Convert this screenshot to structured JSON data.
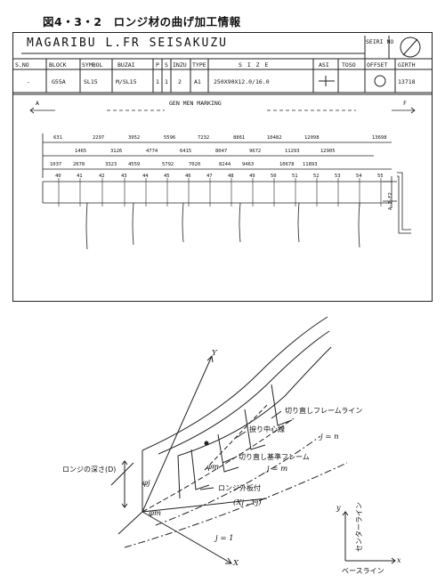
{
  "figure": {
    "title": "図4・3・2　ロンジ材の曲げ加工情報"
  },
  "sheet": {
    "title": "MAGARIBU L.FR SEISAKUZU",
    "seiri_label": "SEIRI NO",
    "headers": [
      "S.NO",
      "BLOCK",
      "SYMBOL",
      "BUZAI",
      "P",
      "S",
      "INZU",
      "TYPE",
      "S I Z E",
      "ASI",
      "TOSO",
      "OFFSET",
      "GIRTH"
    ],
    "row": {
      "sno": "-",
      "block": "G55A",
      "symbol": "SL15",
      "buzai": "M/SL15",
      "p": "1",
      "s": "1",
      "inzu": "2",
      "type": "A1",
      "size": "250X90X12.0/16.0",
      "girth": "13718"
    },
    "direction_left": "A",
    "direction_right": "F",
    "marking": "GEN  MEN  MARKING",
    "dims_row1": [
      "631",
      "2297",
      "3952",
      "5596",
      "7232",
      "8861",
      "10482",
      "12098",
      "13698"
    ],
    "dims_row2": [
      "1465",
      "3126",
      "4774",
      "6415",
      "8047",
      "9672",
      "11293",
      "12905"
    ],
    "dims_row3": [
      "1037",
      "2078",
      "3323",
      "4559",
      "5792",
      "7020",
      "8244",
      "9463",
      "10678",
      "11893"
    ],
    "frame_numbers": [
      "40",
      "41",
      "42",
      "43",
      "44",
      "45",
      "46",
      "47",
      "48",
      "49",
      "50",
      "51",
      "52",
      "53",
      "54",
      "55"
    ],
    "side_label": "A-2-F2"
  },
  "diagram": {
    "labels": {
      "y_axis": "Y",
      "x_axis": "X",
      "cut_frame_line": "切り直しフレームライン",
      "twist_axis": "捩り中心線",
      "cut_reference_frame": "切り直し基準フレーム",
      "longi_outer_plate": "ロンジ外板付",
      "longi_depth": "ロンジの深さ(D)",
      "j_n": "j = n",
      "j_m": "j = m",
      "j_1": "j = 1",
      "xj_yj": "(Xj , Yj)",
      "phi_m_upper": "φm",
      "phi_j": "φj",
      "phi_m_lower": "φm",
      "baseline": "ベースライン",
      "centerline": "センターライン",
      "y_small": "y",
      "x_small": "x"
    }
  }
}
